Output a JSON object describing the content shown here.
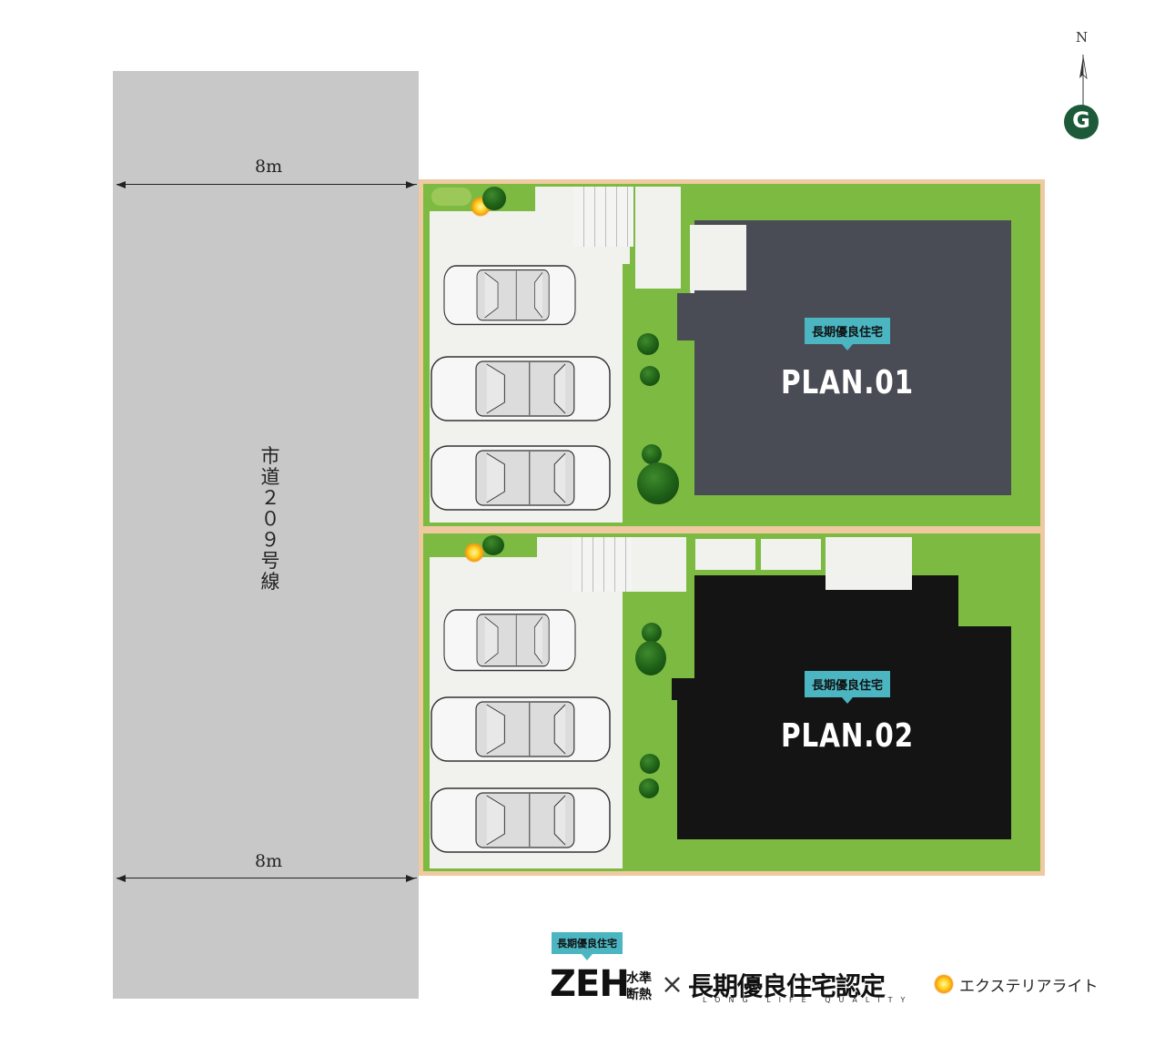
{
  "compass": {
    "north_label": "N",
    "icon": "north-arrow-icon",
    "emblem_letter": "G",
    "emblem_color": "#1d5a3a"
  },
  "road": {
    "name": "市道209号線",
    "name_chars": [
      "市",
      "道",
      "２",
      "０",
      "９",
      "号",
      "線"
    ],
    "color": "#c8c8c8"
  },
  "dimensions": {
    "top_width": "8m",
    "bottom_width": "8m"
  },
  "plans": [
    {
      "badge": "長期優良住宅",
      "title": "PLAN.01",
      "color": "#4a4c55"
    },
    {
      "badge": "長期優良住宅",
      "title": "PLAN.02",
      "color": "#141414"
    }
  ],
  "colors": {
    "lawn": "#7cba42",
    "boundary": "#efc9a0",
    "badge": "#4bb6c2"
  },
  "logo": {
    "badge": "長期優良住宅",
    "zeh": "ZEH",
    "zeh_sub_1": "水準",
    "zeh_sub_2": "断熱",
    "times": "×",
    "certification": "長期優良住宅認定",
    "tagline": "LONG LIFE QUALITY"
  },
  "legend": {
    "exterior_light": "エクステリアライト"
  }
}
